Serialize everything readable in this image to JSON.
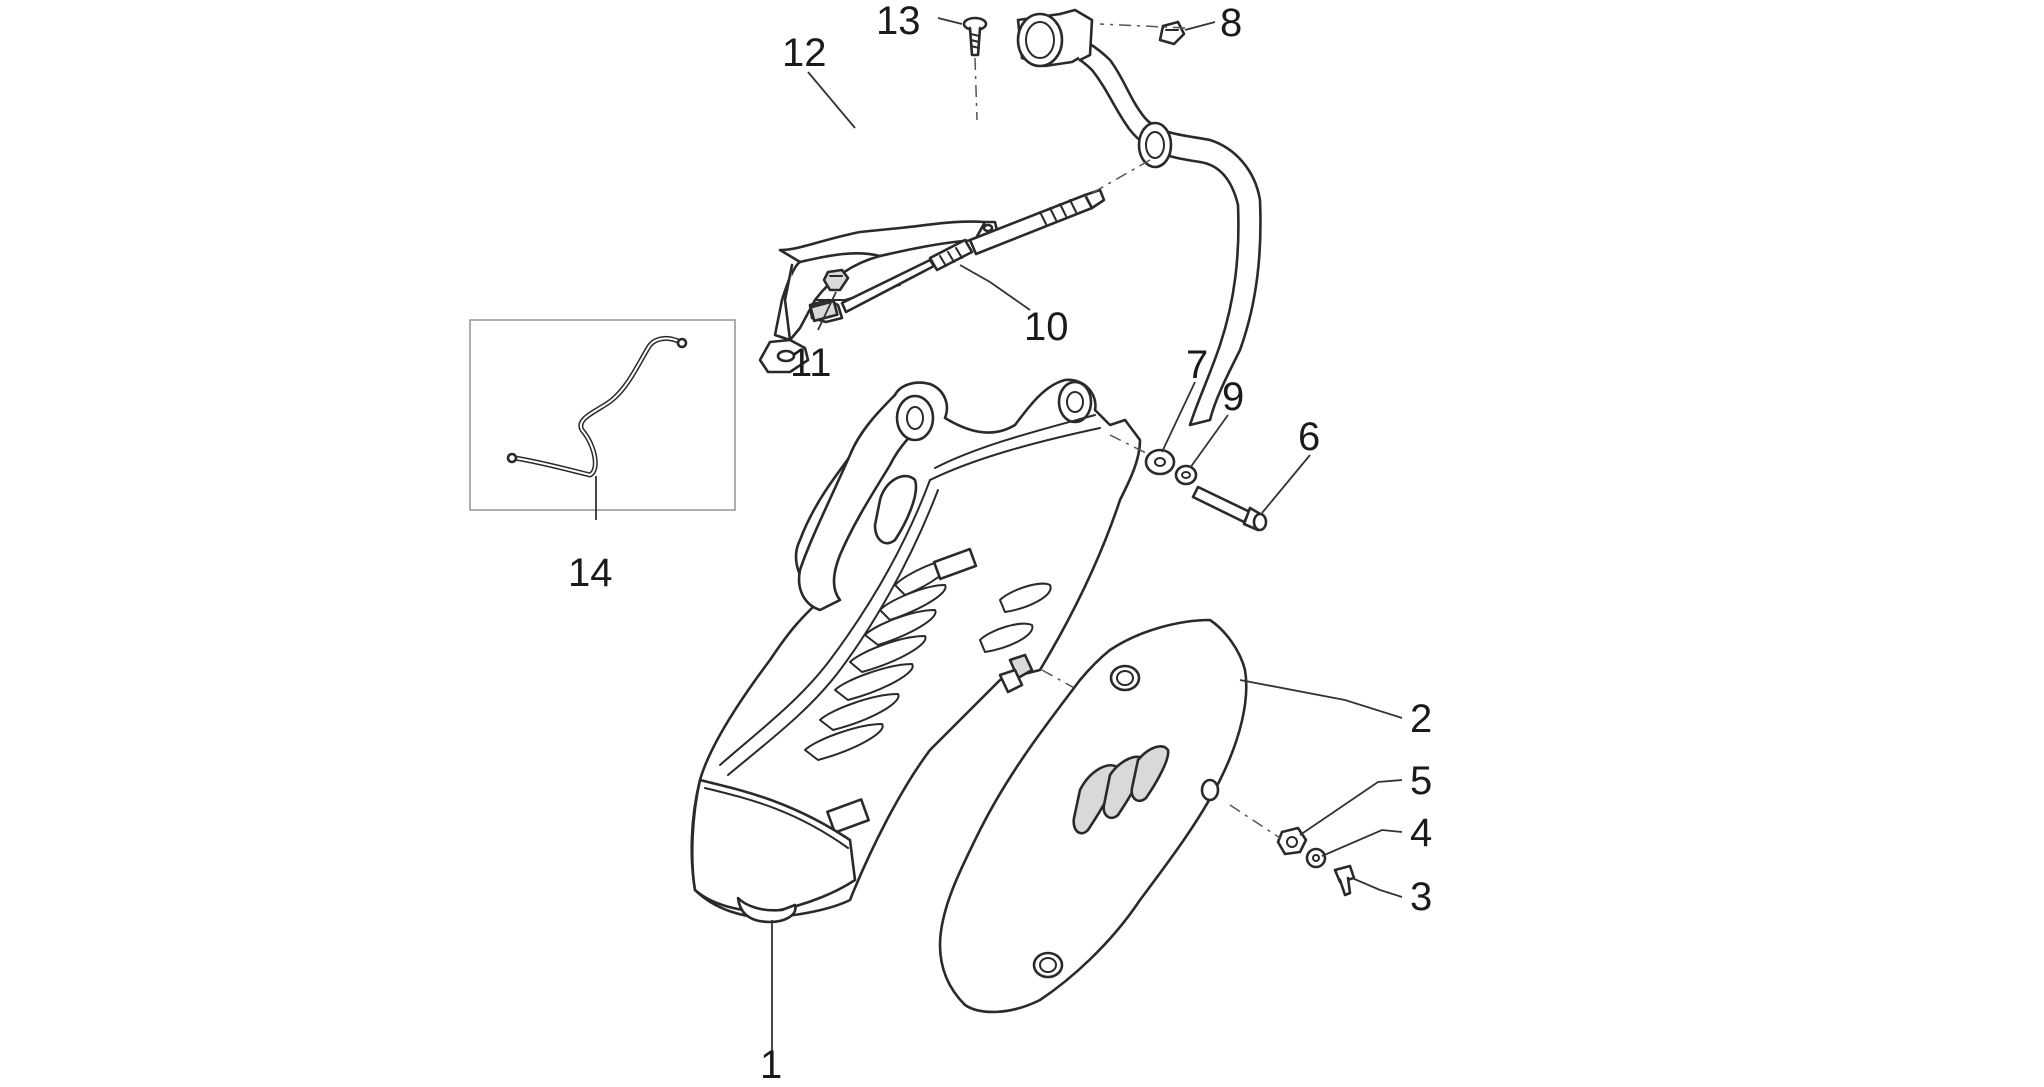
{
  "callouts": {
    "c1": "1",
    "c2": "2",
    "c3": "3",
    "c4": "4",
    "c5": "5",
    "c6": "6",
    "c7": "7",
    "c8": "8",
    "c9": "9",
    "c10": "10",
    "c11": "11",
    "c12": "12",
    "c13": "13",
    "c14": "14"
  },
  "colors": {
    "line": "#2a2a2a",
    "shade": "#d9d9d9",
    "inset_frame": "#9a9a9a"
  }
}
